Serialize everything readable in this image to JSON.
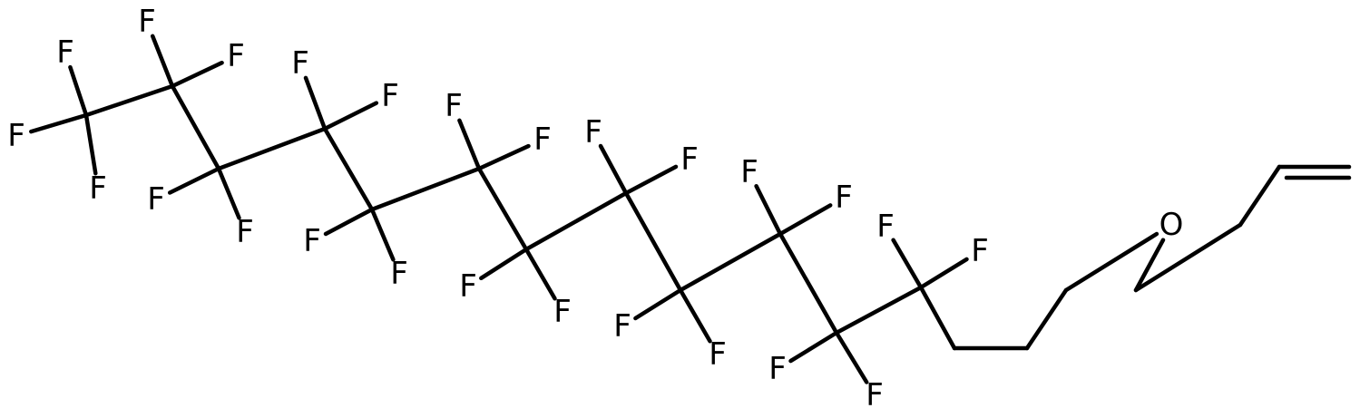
{
  "diagram": {
    "type": "structural-formula",
    "atoms": {
      "C1": "",
      "C2": "",
      "C3": "",
      "C4": "",
      "C5": "",
      "C6": "",
      "C7": "",
      "C8": "",
      "C9": "",
      "C10": "",
      "C11": "",
      "C12": "",
      "C13": "",
      "C14": "",
      "C15": "",
      "O1": "O",
      "C16": "",
      "C17": "",
      "C18": "",
      "F01": "F",
      "F02": "F",
      "F03": "F",
      "F04": "F",
      "F05": "F",
      "F06": "F",
      "F07": "F",
      "F08": "F",
      "F09": "F",
      "F10": "F",
      "F11": "F",
      "F12": "F",
      "F13": "F",
      "F14": "F",
      "F15": "F",
      "F16": "F",
      "F17": "F",
      "F18": "F",
      "F19": "F",
      "F20": "F",
      "F21": "F",
      "F22": "F",
      "F23": "F",
      "F24": "F",
      "F25": "F"
    },
    "bonds": [
      {
        "a": "C1",
        "b": "F01",
        "order": 1
      },
      {
        "a": "C1",
        "b": "F02",
        "order": 1
      },
      {
        "a": "C1",
        "b": "F03",
        "order": 1
      },
      {
        "a": "C1",
        "b": "C2",
        "order": 1
      },
      {
        "a": "C2",
        "b": "F04",
        "order": 1
      },
      {
        "a": "C2",
        "b": "F05",
        "order": 1
      },
      {
        "a": "C2",
        "b": "C3",
        "order": 1
      },
      {
        "a": "C3",
        "b": "F06",
        "order": 1
      },
      {
        "a": "C3",
        "b": "F07",
        "order": 1
      },
      {
        "a": "C3",
        "b": "C4",
        "order": 1
      },
      {
        "a": "C4",
        "b": "F08",
        "order": 1
      },
      {
        "a": "C4",
        "b": "F09",
        "order": 1
      },
      {
        "a": "C4",
        "b": "C5",
        "order": 1
      },
      {
        "a": "C5",
        "b": "F10",
        "order": 1
      },
      {
        "a": "C5",
        "b": "F11",
        "order": 1
      },
      {
        "a": "C5",
        "b": "C6",
        "order": 1
      },
      {
        "a": "C6",
        "b": "F12",
        "order": 1
      },
      {
        "a": "C6",
        "b": "F13",
        "order": 1
      },
      {
        "a": "C6",
        "b": "C7",
        "order": 1
      },
      {
        "a": "C7",
        "b": "F14",
        "order": 1
      },
      {
        "a": "C7",
        "b": "F15",
        "order": 1
      },
      {
        "a": "C7",
        "b": "C8",
        "order": 1
      },
      {
        "a": "C8",
        "b": "F16",
        "order": 1
      },
      {
        "a": "C8",
        "b": "F17",
        "order": 1
      },
      {
        "a": "C8",
        "b": "C9",
        "order": 1
      },
      {
        "a": "C9",
        "b": "F18",
        "order": 1
      },
      {
        "a": "C9",
        "b": "F19",
        "order": 1
      },
      {
        "a": "C9",
        "b": "C10",
        "order": 1
      },
      {
        "a": "C10",
        "b": "F20",
        "order": 1
      },
      {
        "a": "C10",
        "b": "F21",
        "order": 1
      },
      {
        "a": "C10",
        "b": "C11",
        "order": 1
      },
      {
        "a": "C11",
        "b": "F22",
        "order": 1
      },
      {
        "a": "C11",
        "b": "F23",
        "order": 1
      },
      {
        "a": "C11",
        "b": "C12",
        "order": 1
      },
      {
        "a": "C12",
        "b": "F24",
        "order": 1
      },
      {
        "a": "C12",
        "b": "F25",
        "order": 1
      },
      {
        "a": "C12",
        "b": "C13",
        "order": 1
      },
      {
        "a": "C13",
        "b": "C14",
        "order": 1
      },
      {
        "a": "C14",
        "b": "C15",
        "order": 1
      },
      {
        "a": "C15",
        "b": "O1",
        "order": 1
      },
      {
        "a": "O1",
        "b": "C16",
        "order": 1
      },
      {
        "a": "C16",
        "b": "C17",
        "order": 1
      },
      {
        "a": "C17",
        "b": "C18",
        "order": 2
      }
    ]
  }
}
